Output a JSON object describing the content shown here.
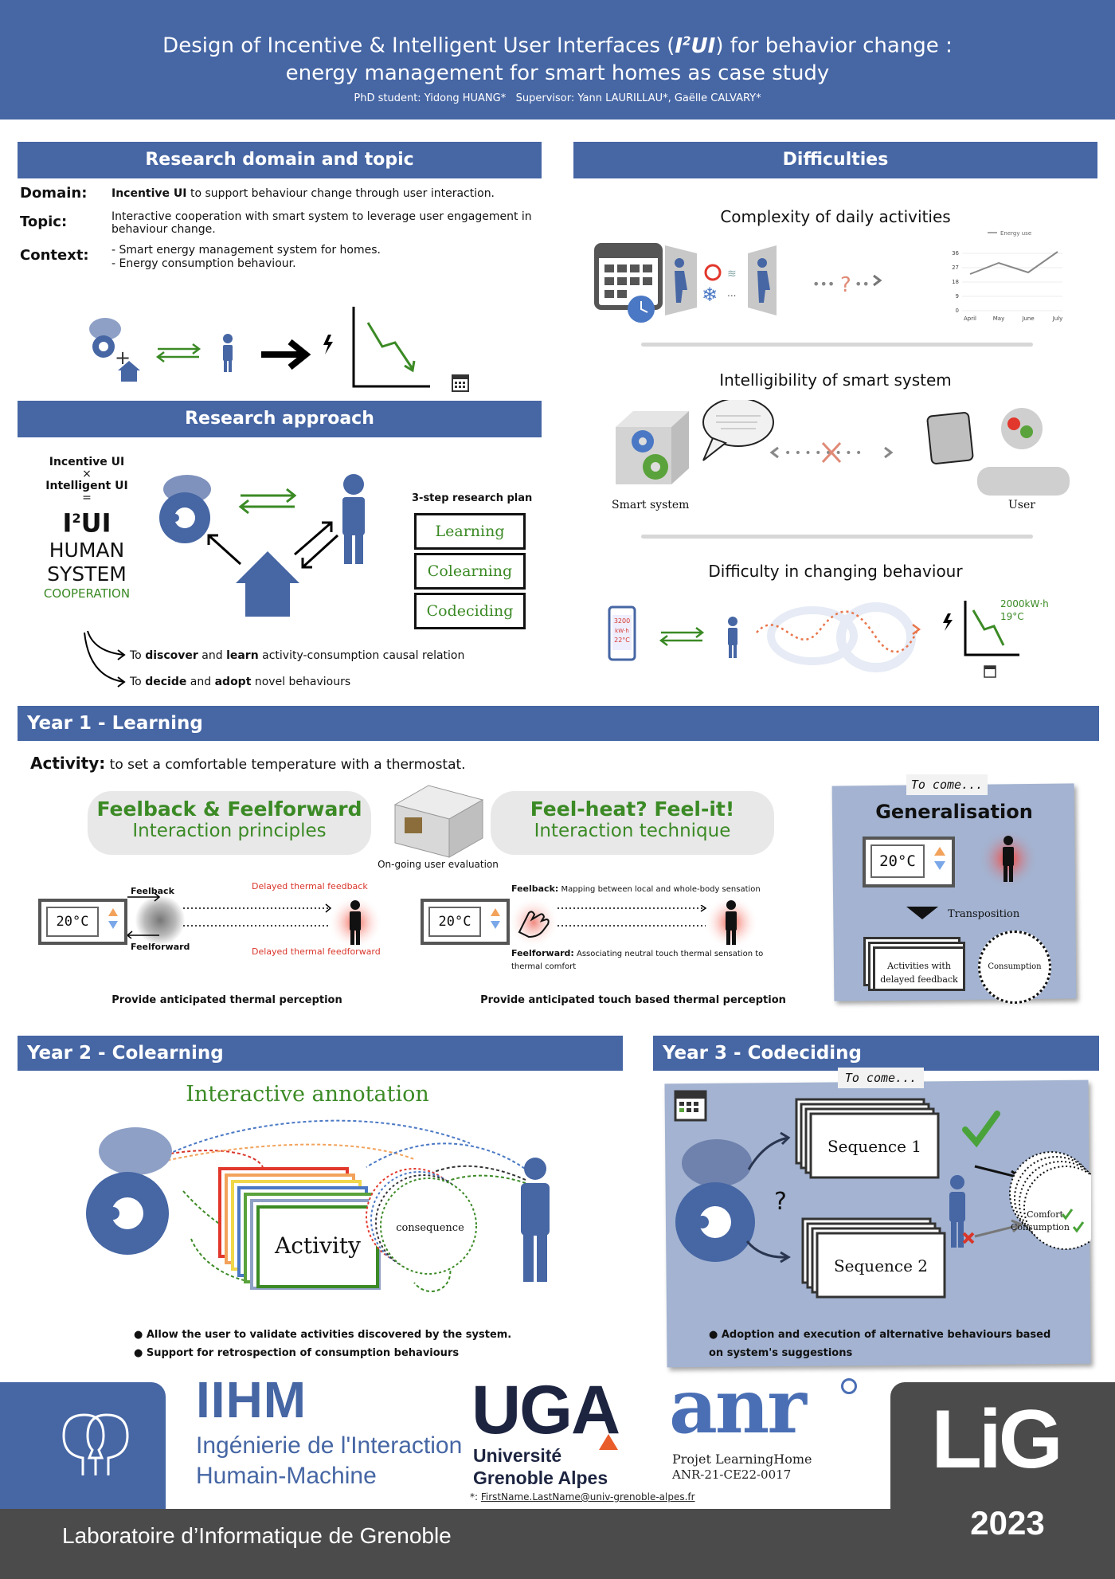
{
  "header": {
    "title_pre": "Design of Incentive & Intelligent User Interfaces (",
    "title_acronym": "I",
    "title_sup": "2",
    "title_acronym_end": "UI",
    "title_post": ") for behavior change :",
    "title_line2": "energy management for smart homes as case study",
    "authors": "PhD student: Yidong HUANG*   Supervisor: Yann LAURILLAU*, Gaëlle CALVARY*"
  },
  "research_domain": {
    "heading": "Research domain and topic",
    "domain_label": "Domain:",
    "domain_bold": "Incentive UI",
    "domain_text": " to support behaviour change through user interaction.",
    "topic_label": "Topic:",
    "topic_text": "Interactive cooperation with smart system to leverage user engagement in behaviour change.",
    "context_label": "Context:",
    "context_line1": "- Smart energy management system for homes.",
    "context_line2": "- Energy consumption behaviour."
  },
  "research_approach": {
    "heading": "Research approach",
    "incentive_ui": "Incentive UI",
    "times": "×",
    "intelligent_ui": "Intelligent UI",
    "equals": "=",
    "i2ui_i": "I",
    "i2ui_sup": "2",
    "i2ui_ui": "UI",
    "human": "HUMAN",
    "system": "SYSTEM",
    "cooperation": "COOPERATION",
    "plan_title": "3-step research plan",
    "steps": [
      "Learning",
      "Colearning",
      "Codeciding"
    ],
    "line1_pre": "To ",
    "line1_b1": "discover",
    "line1_mid": " and ",
    "line1_b2": "learn",
    "line1_post": " activity-consumption causal relation",
    "line2_pre": "To ",
    "line2_b1": "decide",
    "line2_mid": " and ",
    "line2_b2": "adopt",
    "line2_post": " novel behaviours"
  },
  "difficulties": {
    "heading": "Difficulties",
    "d1_title": "Complexity of daily activities",
    "d1_chart_legend": "Energy use",
    "d1_ticks_y": [
      "36",
      "27",
      "18",
      "9",
      "0"
    ],
    "d1_ticks_x": [
      "April",
      "May",
      "June",
      "July"
    ],
    "d1_question": "?",
    "d1_dots": "...",
    "d2_title": "Intelligibility of smart system",
    "d2_smart": "Smart system",
    "d2_user": "User",
    "d3_title": "Difficulty in changing behaviour",
    "d3_phone": [
      "3200",
      "kW·h",
      "22°C"
    ],
    "d3_value1": "2000kW·h",
    "d3_value2": "19°C"
  },
  "year1": {
    "heading": "Year 1 - Learning",
    "activity_label": "Activity:",
    "activity_text": " to set a comfortable temperature with a thermostat.",
    "pill1_line1": "Feelback & Feelforward",
    "pill1_line2": "Interaction principles",
    "pill2_line1": "Feel-heat? Feel-it!",
    "pill2_line2": "Interaction technique",
    "evaluation": "On-going user evaluation",
    "temp": "20°C",
    "feelback": "Feelback",
    "feelforward": "Feelforward",
    "delayed_feedback": "Delayed thermal feedback",
    "delayed_feedforward": "Delayed thermal feedforward",
    "fb2_label": "Feelback:",
    "fb2_text": " Mapping between local and whole-body sensation",
    "ff2_label": "Feelforward:",
    "ff2_text": " Associating neutral touch thermal sensation to thermal comfort",
    "caption1": "Provide anticipated thermal perception",
    "caption2": "Provide anticipated touch based thermal perception",
    "to_come": "To come...",
    "gen_title": "Generalisation",
    "gen_temp": "20°C",
    "transposition": "Transposition",
    "activities_delayed": "Activities with delayed feedback",
    "consumption": "Consumption"
  },
  "year2": {
    "heading": "Year 2 - Colearning",
    "title": "Interactive annotation",
    "activity": "Activity",
    "consequence": "consequence",
    "bullet1": "Allow the user to validate activities discovered by the system.",
    "bullet2": "Support for retrospection of consumption behaviours"
  },
  "year3": {
    "heading": "Year 3 - Codeciding",
    "to_come": "To come...",
    "seq1": "Sequence 1",
    "seq2": "Sequence 2",
    "question": "?",
    "comfort": "Comfort",
    "consumption": "Consumption",
    "bullet1": "Adoption and execution of alternative behaviours based on system's suggestions"
  },
  "footer": {
    "iihm": "IIHM",
    "iihm_line1": "Ingénierie de l'Interaction",
    "iihm_line2": "Humain-Machine",
    "uga": "UGA",
    "uga_line1": "Université",
    "uga_line2": "Grenoble Alpes",
    "email_star": "*: ",
    "email": "FirstName.LastName@univ-grenoble-alpes.fr",
    "anr": "anr",
    "projet": "Projet LearningHome",
    "anr_code": "ANR-21-CE22-0017",
    "lig": "LiG",
    "year": "2023",
    "lab": "Laboratoire d’Informatique de Grenoble"
  },
  "colors": {
    "primary_blue": "#4666a4",
    "green": "#3b8a25",
    "red": "#d9362b",
    "panel_blue": "#a3b3d1"
  }
}
